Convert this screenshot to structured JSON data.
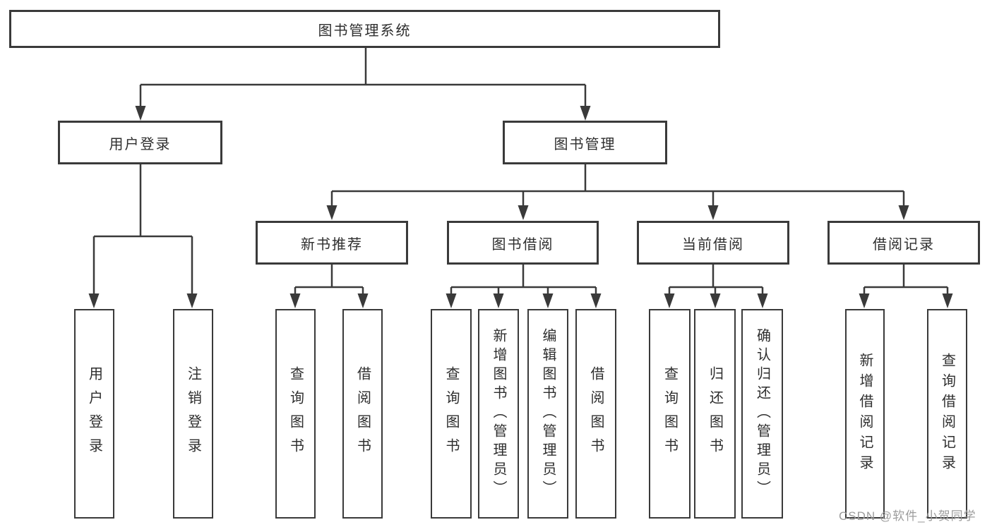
{
  "diagram": {
    "root": {
      "label": "图书管理系统"
    },
    "level2": [
      {
        "label": "用户登录"
      },
      {
        "label": "图书管理"
      }
    ],
    "level3": [
      {
        "label": "新书推荐"
      },
      {
        "label": "图书借阅"
      },
      {
        "label": "当前借阅"
      },
      {
        "label": "借阅记录"
      }
    ],
    "leaf_groups": [
      {
        "parent": "用户登录",
        "items": [
          "用户登录",
          "注销登录"
        ]
      },
      {
        "parent": "新书推荐",
        "items": [
          "查询图书",
          "借阅图书"
        ]
      },
      {
        "parent": "图书借阅",
        "items": [
          "查询图书",
          "新增图书（管理员）",
          "编辑图书（管理员）",
          "借阅图书"
        ]
      },
      {
        "parent": "当前借阅",
        "items": [
          "查询图书",
          "归还图书",
          "确认归还（管理员）"
        ]
      },
      {
        "parent": "借阅记录",
        "items": [
          "新增借阅记录",
          "查询借阅记录"
        ]
      }
    ],
    "colors": {
      "line": "#3a3a3a",
      "text": "#2e2e2e",
      "watermark": "#9c9c9c",
      "background": "#ffffff"
    },
    "watermark": "CSDN @软件_小贺同学"
  }
}
